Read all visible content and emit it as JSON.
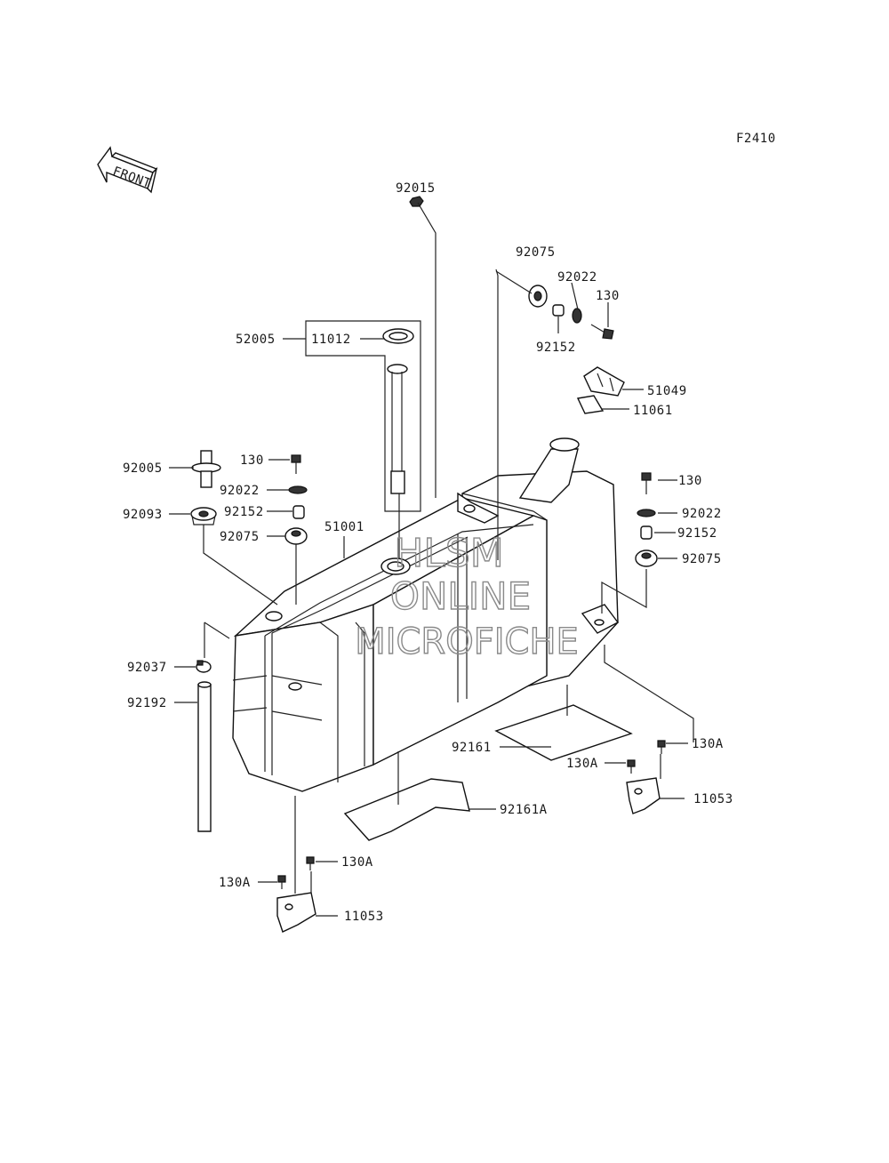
{
  "diagram": {
    "code": "F2410",
    "front_label": "FRONT",
    "watermark": {
      "line1": "HLSM",
      "line2": "ONLINE",
      "line3": "MICROFICHE"
    },
    "labels": {
      "p92015": "92015",
      "p92075_top": "92075",
      "p92022_top": "92022",
      "p130_top": "130",
      "p92152_top": "92152",
      "p52005": "52005",
      "p11012": "11012",
      "p51049": "51049",
      "p11061": "11061",
      "p92005": "92005",
      "p130_left": "130",
      "p92022_left": "92022",
      "p92093": "92093",
      "p92152_left": "92152",
      "p92075_left": "92075",
      "p51001": "51001",
      "p130_right": "130",
      "p92022_right": "92022",
      "p92152_right": "92152",
      "p92075_right": "92075",
      "p92037": "92037",
      "p92192": "92192",
      "p92161": "92161",
      "p130A_r1": "130A",
      "p130A_r2": "130A",
      "p11053_right": "11053",
      "p92161A": "92161A",
      "p130A_l1": "130A",
      "p130A_l2": "130A",
      "p11053_left": "11053"
    }
  }
}
